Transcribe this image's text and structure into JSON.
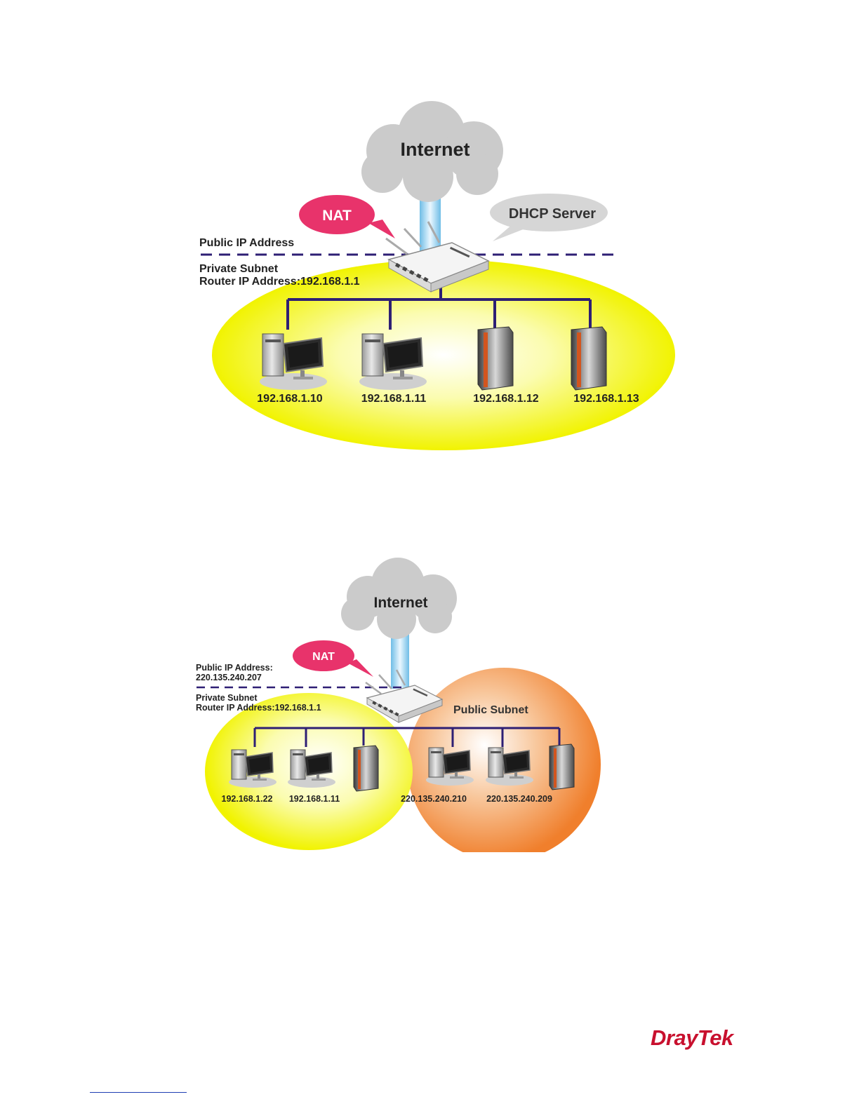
{
  "diagram1": {
    "internet_label": "Internet",
    "nat_label": "NAT",
    "dhcp_label": "DHCP Server",
    "public_ip_label": "Public IP Address",
    "private_subnet_label": "Private Subnet",
    "router_ip_label": "Router IP Address:192.168.1.1",
    "hosts": [
      "192.168.1.10",
      "192.168.1.11",
      "192.168.1.12",
      "192.168.1.13"
    ]
  },
  "diagram2": {
    "internet_label": "Internet",
    "nat_label": "NAT",
    "public_ip_label": "Public IP Address:",
    "public_ip_value": "220.135.240.207",
    "private_subnet_label": "Private Subnet",
    "router_ip_label": "Router IP Address:192.168.1.1",
    "public_subnet_label": "Public Subnet",
    "private_hosts": [
      "192.168.1.22",
      "192.168.1.11"
    ],
    "public_hosts": [
      "220.135.240.210",
      "220.135.240.209"
    ]
  },
  "logo_text": "DrayTek",
  "colors": {
    "nat_bubble": "#e8336b",
    "lan_line": "#2e1f74",
    "private_zone": "#f3f500",
    "public_zone": "#f08a3c",
    "cloud": "#c8c8c8",
    "uplink": "#9fd4f0",
    "logo": "#c8102e"
  }
}
